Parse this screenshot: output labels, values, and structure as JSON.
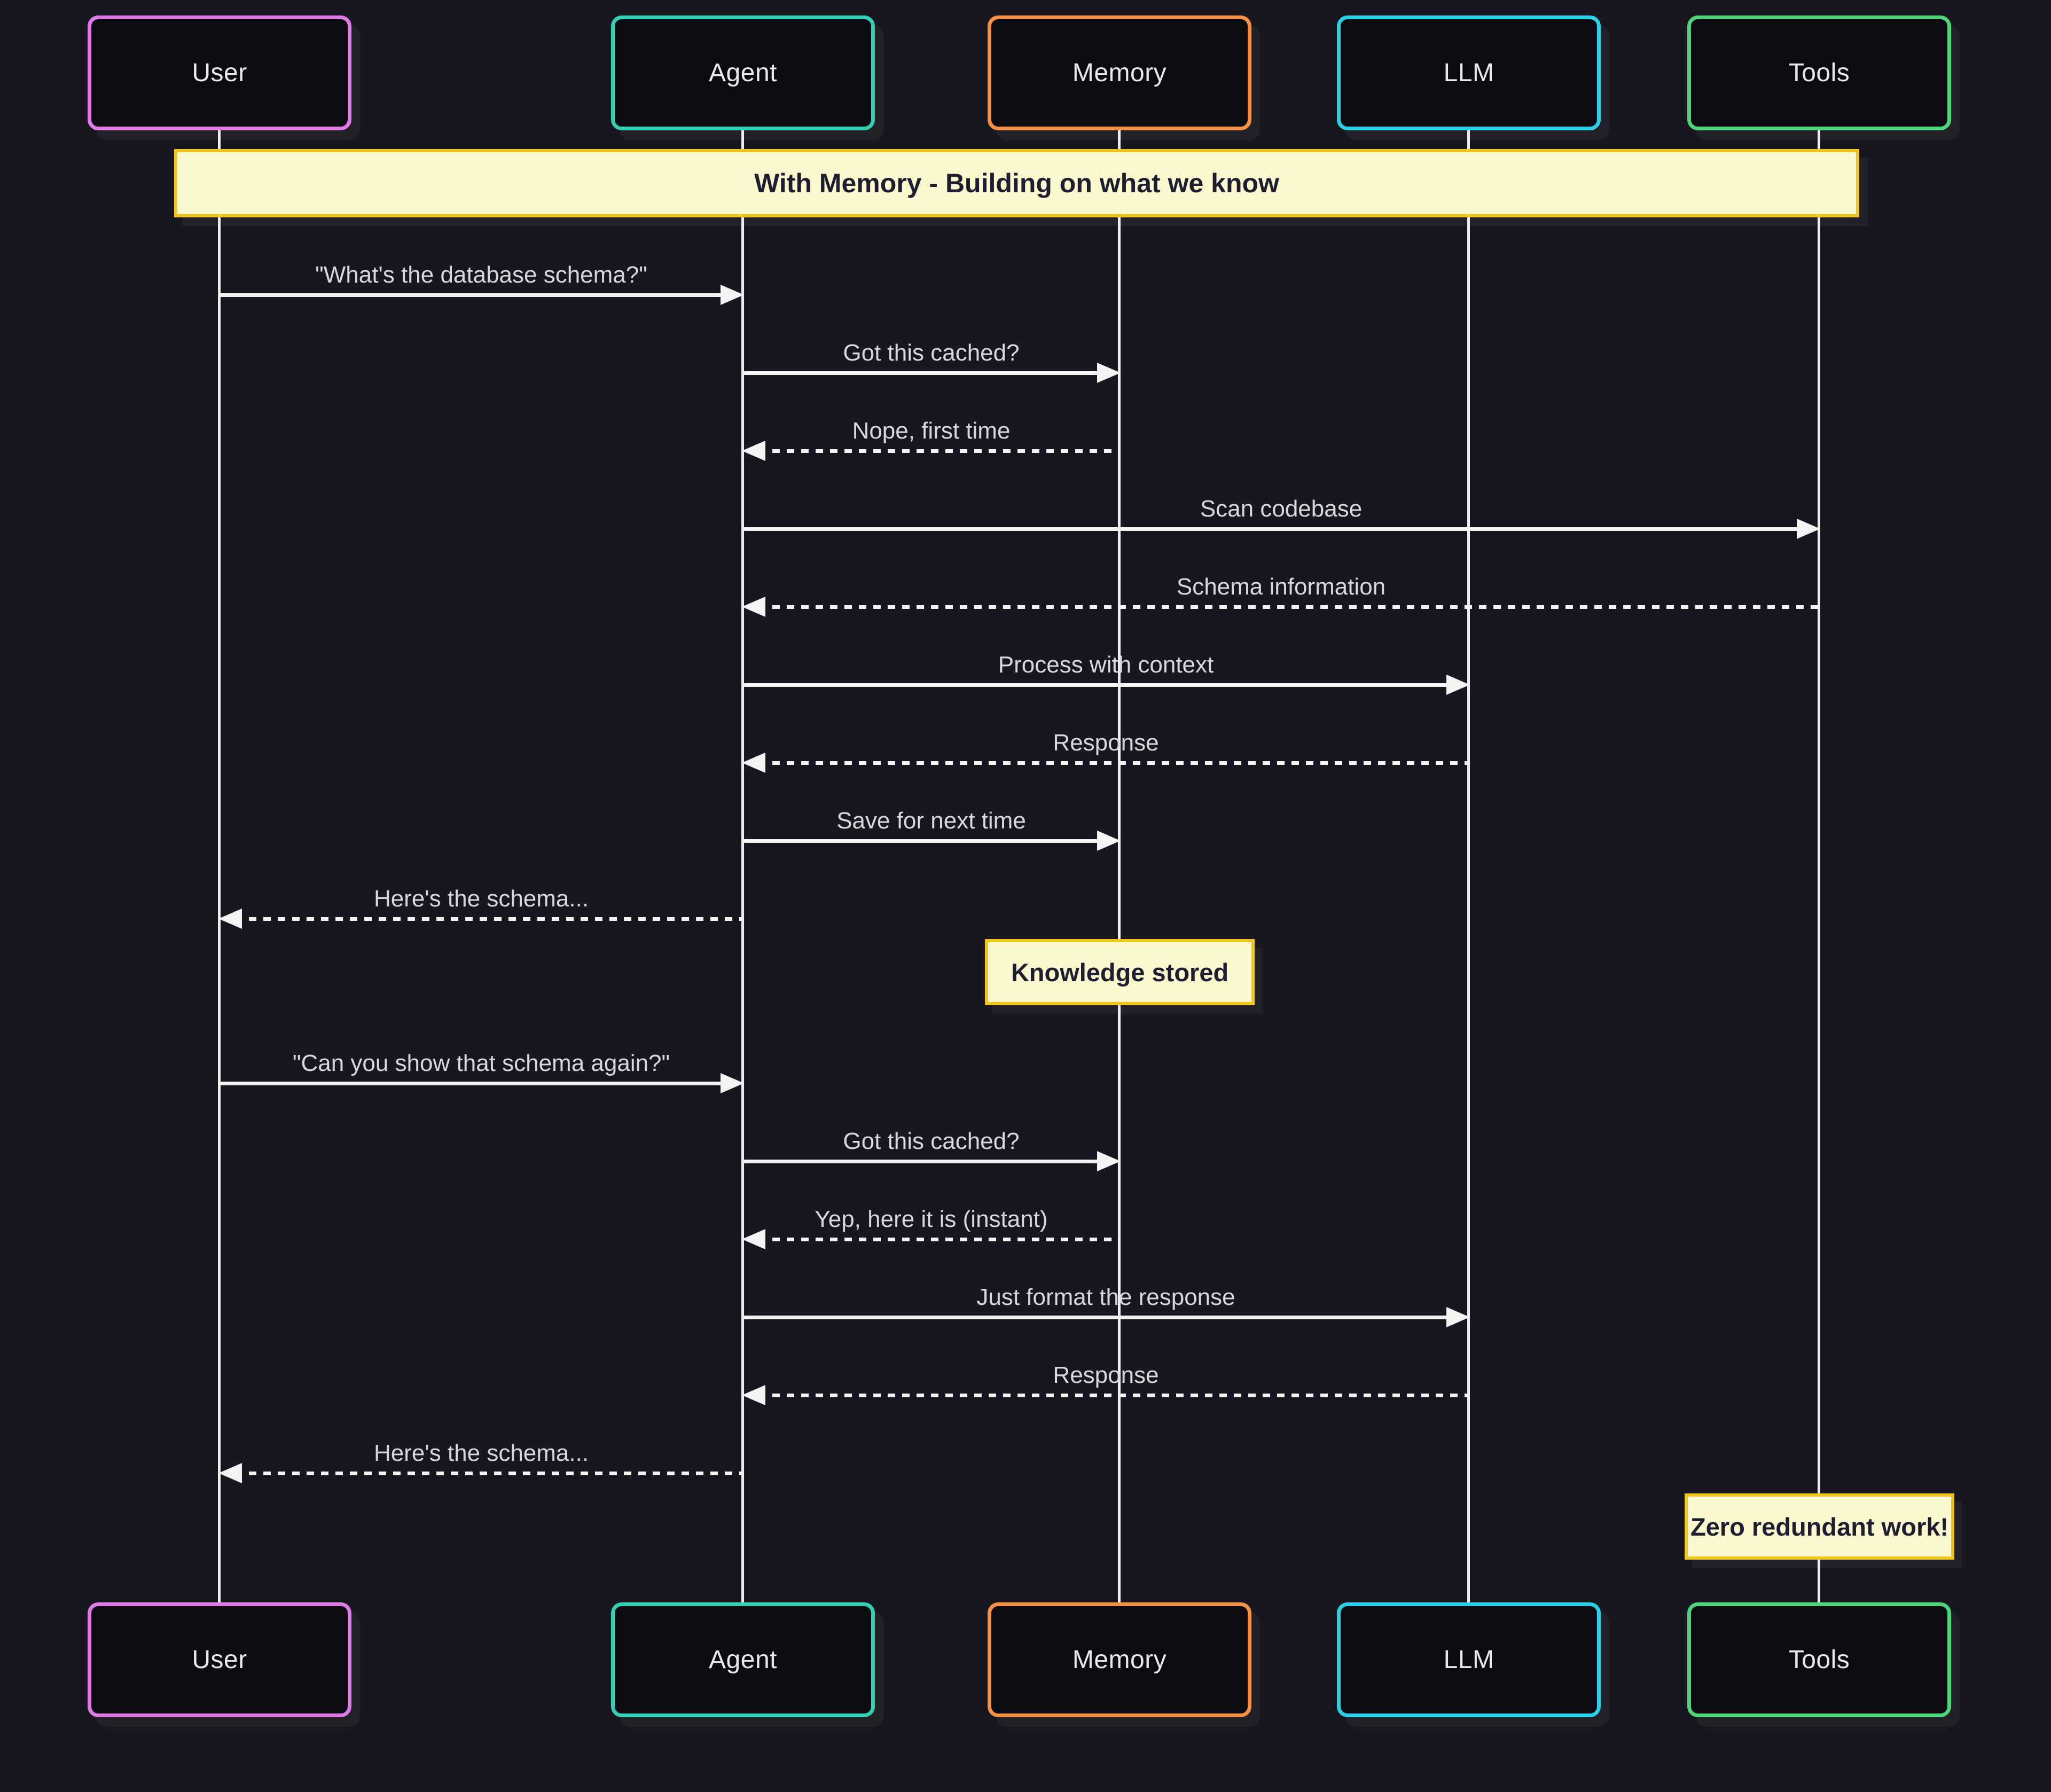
{
  "diagram": {
    "title": "With Memory - Building on what we know",
    "actors": [
      {
        "name": "User",
        "color": "#e07be5"
      },
      {
        "name": "Agent",
        "color": "#33d0b5"
      },
      {
        "name": "Memory",
        "color": "#f79244"
      },
      {
        "name": "LLM",
        "color": "#2bd0e8"
      },
      {
        "name": "Tools",
        "color": "#4ed47a"
      }
    ],
    "rows": [
      {
        "type": "message",
        "from": "User",
        "to": "Agent",
        "label": "\"What's the database schema?\"",
        "line": "solid"
      },
      {
        "type": "message",
        "from": "Agent",
        "to": "Memory",
        "label": "Got this cached?",
        "line": "solid"
      },
      {
        "type": "message",
        "from": "Memory",
        "to": "Agent",
        "label": "Nope, first time",
        "line": "dotted"
      },
      {
        "type": "message",
        "from": "Agent",
        "to": "Tools",
        "label": "Scan codebase",
        "line": "solid"
      },
      {
        "type": "message",
        "from": "Tools",
        "to": "Agent",
        "label": "Schema information",
        "line": "dotted"
      },
      {
        "type": "message",
        "from": "Agent",
        "to": "LLM",
        "label": "Process with context",
        "line": "solid"
      },
      {
        "type": "message",
        "from": "LLM",
        "to": "Agent",
        "label": "Response",
        "line": "dotted"
      },
      {
        "type": "message",
        "from": "Agent",
        "to": "Memory",
        "label": "Save for next time",
        "line": "solid"
      },
      {
        "type": "message",
        "from": "Agent",
        "to": "User",
        "label": "Here's the schema...",
        "line": "dotted"
      },
      {
        "type": "note",
        "over": "Memory",
        "label": "Knowledge stored"
      },
      {
        "type": "message",
        "from": "User",
        "to": "Agent",
        "label": "\"Can you show that schema again?\"",
        "line": "solid"
      },
      {
        "type": "message",
        "from": "Agent",
        "to": "Memory",
        "label": "Got this cached?",
        "line": "solid"
      },
      {
        "type": "message",
        "from": "Memory",
        "to": "Agent",
        "label": "Yep, here it is (instant)",
        "line": "dotted"
      },
      {
        "type": "message",
        "from": "Agent",
        "to": "LLM",
        "label": "Just format the response",
        "line": "solid"
      },
      {
        "type": "message",
        "from": "LLM",
        "to": "Agent",
        "label": "Response",
        "line": "dotted"
      },
      {
        "type": "message",
        "from": "Agent",
        "to": "User",
        "label": "Here's the schema...",
        "line": "dotted"
      },
      {
        "type": "note",
        "over": "Tools",
        "label": "Zero redundant work!"
      }
    ],
    "colors": {
      "background": "#17171f",
      "actor_fill": "#0b0b12",
      "actor_text": "#e9e9ec",
      "lifeline": "#ededf0",
      "message_text": "#d8d8dc",
      "arrow": "#f4f4f4",
      "banner_fill": "#fbf8cd",
      "banner_border": "#f2c51f",
      "banner_text": "#1e1e32",
      "note_fill": "#fbf8cd",
      "note_border": "#f2c51f",
      "note_text": "#1e1e32"
    }
  }
}
